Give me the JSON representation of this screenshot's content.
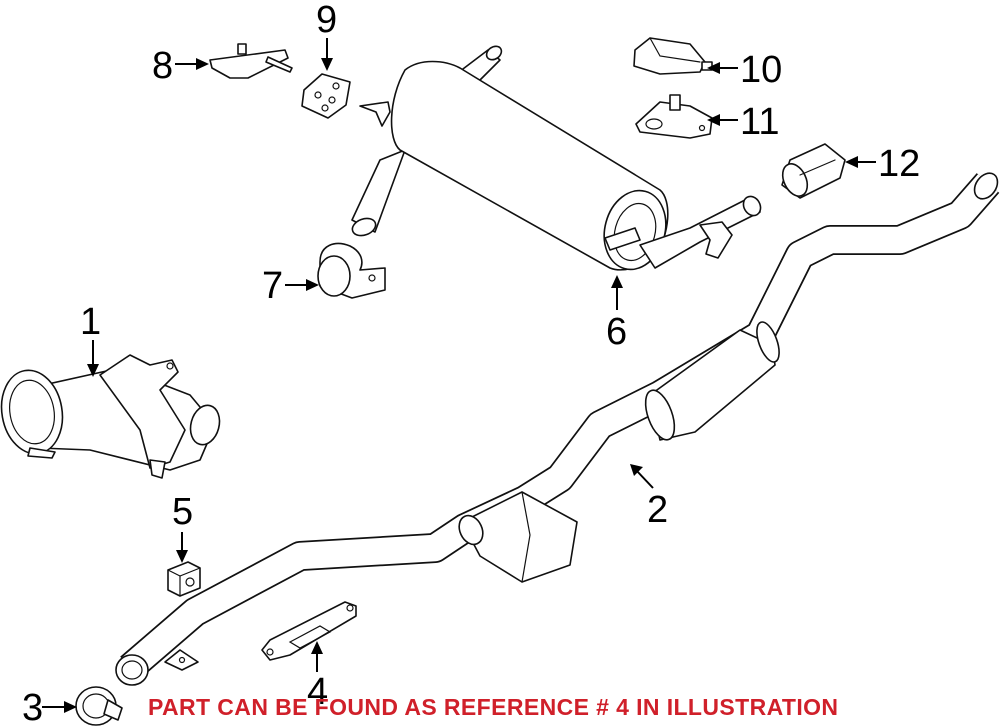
{
  "callouts": [
    {
      "number": "1",
      "part": "catalytic-converter"
    },
    {
      "number": "2",
      "part": "intermediate-pipe"
    },
    {
      "number": "3",
      "part": "clamp"
    },
    {
      "number": "4",
      "part": "support-bracket"
    },
    {
      "number": "5",
      "part": "rubber-mount"
    },
    {
      "number": "6",
      "part": "rear-muffler"
    },
    {
      "number": "7",
      "part": "hanger"
    },
    {
      "number": "8",
      "part": "bracket"
    },
    {
      "number": "9",
      "part": "insulator"
    },
    {
      "number": "10",
      "part": "actuator"
    },
    {
      "number": "11",
      "part": "heat-shield-bracket"
    },
    {
      "number": "12",
      "part": "tail-pipe-tip"
    }
  ],
  "notice": "PART CAN BE FOUND AS REFERENCE # 4 IN ILLUSTRATION",
  "colors": {
    "notice": "#d0202a",
    "line": "#111111",
    "background": "#ffffff"
  }
}
